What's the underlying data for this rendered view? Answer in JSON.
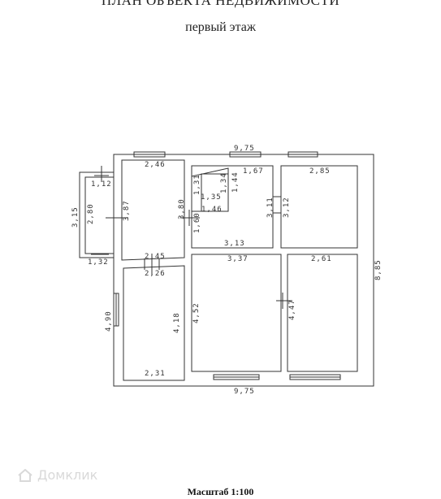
{
  "title": "ПЛАН ОБЪЕКТА НЕДВИЖИМОСТИ",
  "subtitle": "первый этаж",
  "scale": "Масштаб 1:100",
  "watermark": "Домклик",
  "dimensions": {
    "top_total": "9,75",
    "bottom_total": "9,75",
    "right_total": "8,85",
    "balcony_width": "1,12",
    "balcony_bottom": "1,32",
    "balcony_outer_height": "3,15",
    "balcony_inner_height": "2,80",
    "room_a_width": "2,46",
    "room_a_left": "3,87",
    "room_a_right": "3,80",
    "room_a_bottom": "2,45",
    "hall_small_height": "1,31",
    "hall_small_width": "1,35",
    "hall_small_right": "1,34",
    "hall_top": "1,67",
    "hall_right": "1,44",
    "hall_inner": "1,46",
    "hall_left_lower": "1,60",
    "hall_corridor_right": "3,11",
    "hall_bottom": "3,13",
    "room_c_width": "2,85",
    "room_c_left": "3,12",
    "room_d_top": "2,26",
    "room_d_left": "4,90",
    "room_d_right": "4,18",
    "room_d_bottom": "2,31",
    "room_e_top": "3,37",
    "room_e_left": "4,52",
    "room_e_right": "4,47",
    "room_f_top": "2,61"
  },
  "colors": {
    "line": "#333333",
    "text": "#222222",
    "watermark": "#d9d9d9"
  }
}
